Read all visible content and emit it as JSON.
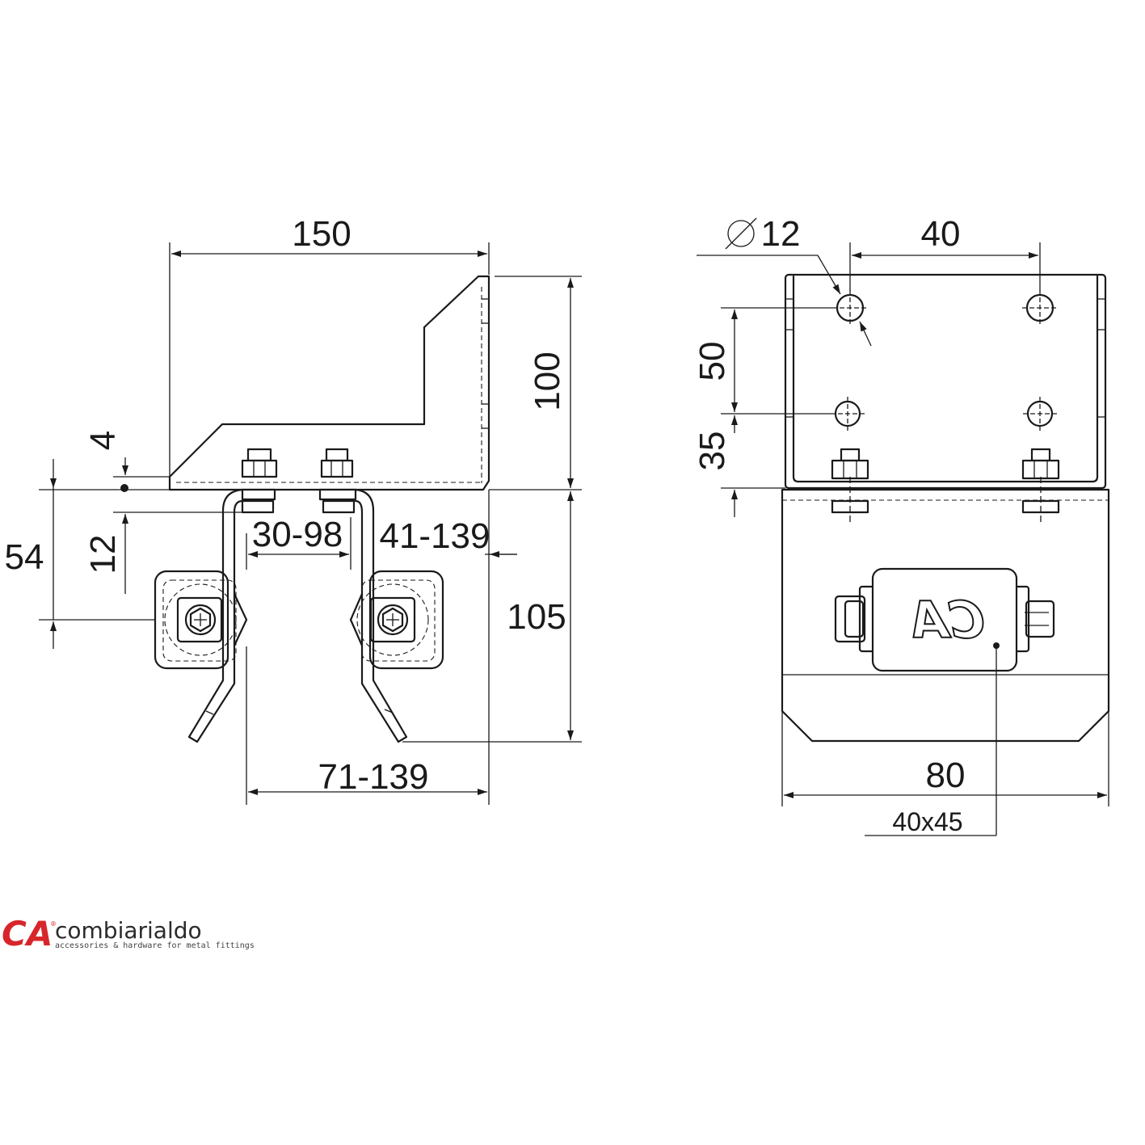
{
  "side_view": {
    "dims": {
      "width_top": "150",
      "height_bracket": "100",
      "thickness": "4",
      "spacing_12": "12",
      "height_54": "54",
      "range_inner": "30-98",
      "range_outer": "41-139",
      "height_105": "105",
      "range_bottom": "71-139"
    }
  },
  "front_view": {
    "dims": {
      "hole_diameter": "12",
      "hole_spacing_h": "40",
      "hole_spacing_v": "50",
      "hole_offset": "35",
      "width_bottom": "80",
      "profile": "40x45"
    },
    "logo_mark": "CA"
  },
  "brand": {
    "logo_mark": "CA",
    "name": "combiarialdo",
    "tagline": "accessories & hardware for metal fittings",
    "accent_color": "#d7262b"
  }
}
